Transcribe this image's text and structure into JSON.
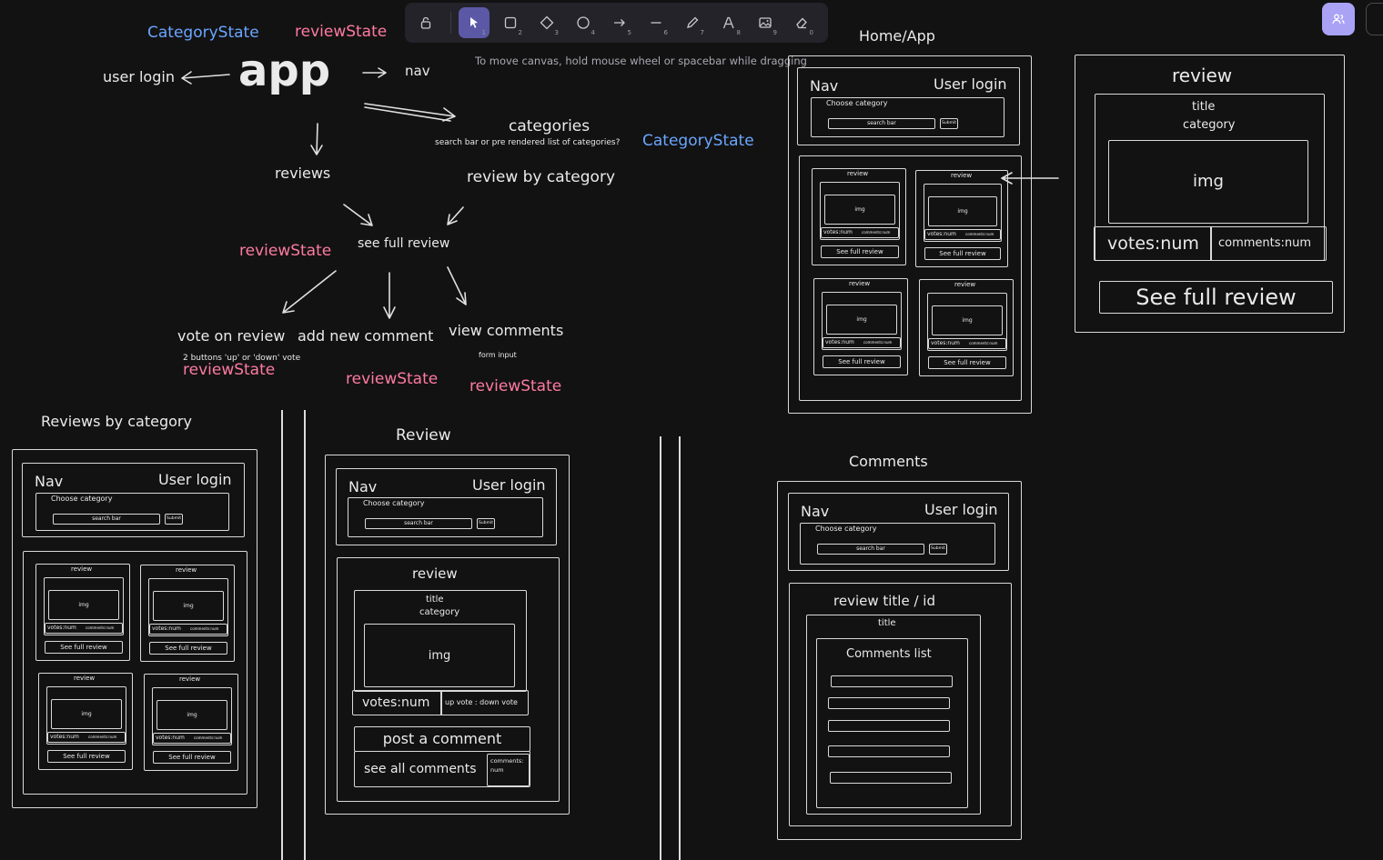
{
  "toolbar": {
    "hint": "To move canvas, hold mouse wheel or spacebar while dragging",
    "tools": [
      {
        "icon": "lock-icon",
        "num": ""
      },
      {
        "icon": "select-icon",
        "num": "1"
      },
      {
        "icon": "rectangle-icon",
        "num": "2"
      },
      {
        "icon": "diamond-icon",
        "num": "3"
      },
      {
        "icon": "ellipse-icon",
        "num": "4"
      },
      {
        "icon": "arrow-icon",
        "num": "5"
      },
      {
        "icon": "line-icon",
        "num": "6"
      },
      {
        "icon": "pencil-icon",
        "num": "7"
      },
      {
        "icon": "text-icon",
        "num": "8"
      },
      {
        "icon": "image-icon",
        "num": "9"
      },
      {
        "icon": "eraser-icon",
        "num": "0"
      }
    ],
    "active": "select-icon"
  },
  "colors": {
    "pink": "#ff7aa2",
    "blue": "#6aa6ff",
    "accent": "#5b58a6",
    "collab": "#a9a2f5"
  },
  "flow": {
    "category_state_1": "CategoryState",
    "review_state_1": "reviewState",
    "app": "app",
    "user_login": "user login",
    "nav": "nav",
    "categories": "categories",
    "categories_note": "search bar or pre rendered list of categories?",
    "category_state_2": "CategoryState",
    "reviews": "reviews",
    "review_by_category": "review by category",
    "review_state_2": "reviewState",
    "see_full_review": "see full review",
    "vote": "vote on review",
    "add_comment": "add new comment",
    "view_comments": "view comments",
    "vote_note": "2 buttons 'up' or 'down' vote",
    "form_note": "form input",
    "review_state_3": "reviewState",
    "review_state_4": "reviewState",
    "review_state_5": "reviewState"
  },
  "frames": {
    "home_title": "Home/App",
    "review_card_title": "review",
    "rbc_title": "Reviews by category",
    "review_title": "Review",
    "comments_title": "Comments"
  },
  "common": {
    "nav": "Nav",
    "user_login": "User login",
    "choose_category": "Choose category",
    "search_bar": "search bar",
    "submit": "Submit",
    "review": "review",
    "title": "title",
    "category": "category",
    "img": "img",
    "votes": "votes:num",
    "comments": "comments:num",
    "see_full": "See full review"
  },
  "review_page": {
    "up_down": "up vote : down vote",
    "post_comment": "post a comment",
    "see_all": "see all comments",
    "comments_num": "comments: num"
  },
  "comments_page": {
    "review_title_id": "review title / id",
    "title": "title",
    "list_label": "Comments list",
    "rows": 5
  }
}
